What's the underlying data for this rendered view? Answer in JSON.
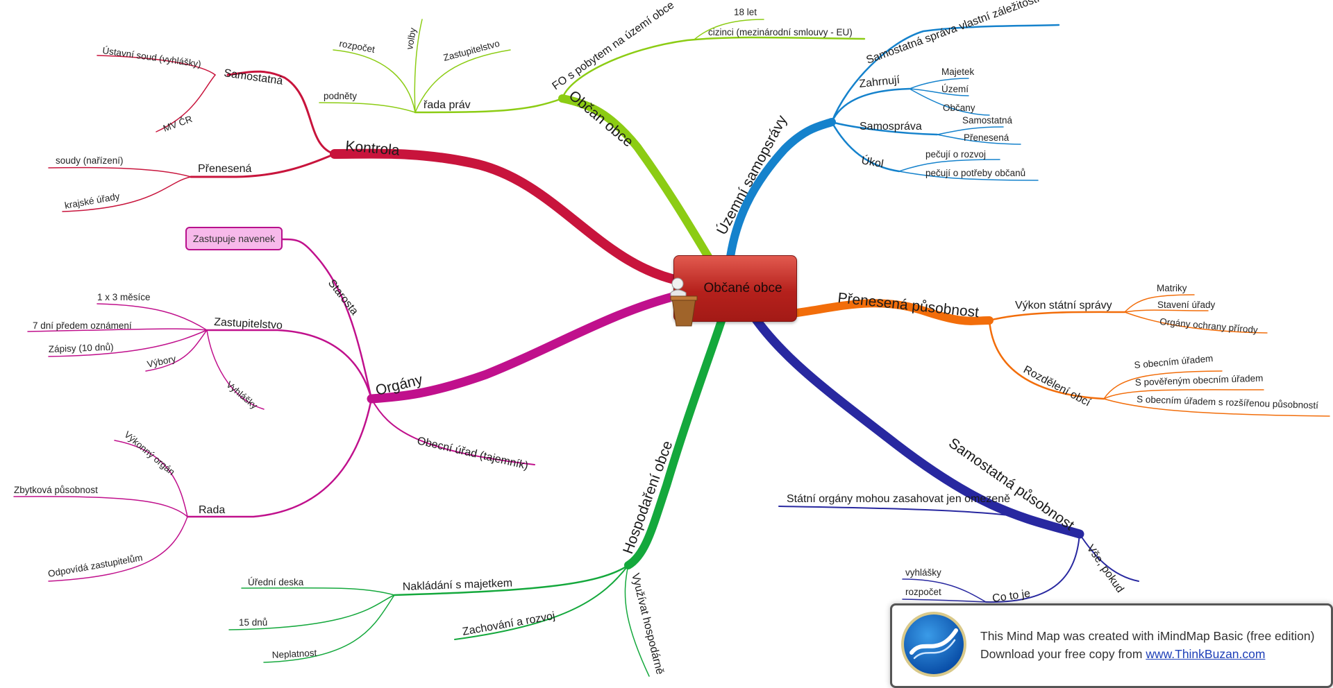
{
  "center": {
    "label": "Občané obce"
  },
  "note": {
    "label": "Zastupuje navenek"
  },
  "branches": {
    "kontrola": {
      "label": "Kontrola",
      "samostatna": {
        "label": "Samostatná",
        "leaves": [
          "Ústavní soud (vyhlášky)",
          "MV ČR"
        ]
      },
      "prenesena": {
        "label": "Přenesená",
        "leaves": [
          "soudy (nařízení)",
          "krajské úřady"
        ]
      }
    },
    "obcan": {
      "label": "Občan obce",
      "fo": {
        "label": "FO s pobytem na území obce",
        "leaves": [
          "18 let",
          "cizinci (mezinárodní smlouvy - EU)"
        ]
      },
      "prava": {
        "label": "řada práv",
        "leaves": [
          "podněty",
          "rozpočet",
          "volby",
          "Zastupitelstvo"
        ]
      }
    },
    "uzemni": {
      "label": "Územní samopsrávy",
      "sprava": {
        "label": "Samostatná správa vlastní záležitostí"
      },
      "zahrnuji": {
        "label": "Zahrnují",
        "leaves": [
          "Majetek",
          "Území",
          "Občany"
        ]
      },
      "samosprava": {
        "label": "Samospráva",
        "leaves": [
          "Samostatná",
          "Přenesená"
        ]
      },
      "ukol": {
        "label": "Úkol",
        "leaves": [
          "pečují o rozvoj",
          "pečují o potřeby občanů"
        ]
      }
    },
    "prenesena_pusobnost": {
      "label": "Přenesená působnost",
      "vykon": {
        "label": "Výkon státní správy",
        "leaves": [
          "Matriky",
          "Stavení úřady",
          "Orgány ochrany přírody"
        ]
      },
      "rozdeleni": {
        "label": "Rozdělení obcí",
        "leaves": [
          "S obecním úřadem",
          "S pověřeným obecním úřadem",
          "S obecním úřadem s rozšířenou působností"
        ]
      }
    },
    "samostatna_pusobnost": {
      "label": "Samostatná působnost",
      "statni": {
        "label": "Státní orgány mohou zasahovat jen omezeně"
      },
      "vse": {
        "label": "Vše, pokud"
      },
      "co": {
        "label": "Co to je",
        "leaves": [
          "vyhlášky",
          "rozpočet"
        ]
      }
    },
    "hospodareni": {
      "label": "Hospodaření obce",
      "nakladani": {
        "label": "Nakládání s majetkem",
        "leaves": [
          "Úřední deska",
          "15 dnů",
          "Neplatnost"
        ]
      },
      "zachovani": {
        "label": "Zachování a rozvoj"
      },
      "vyuzivat": {
        "label": "Využívat hospodárně"
      }
    },
    "organy": {
      "label": "Orgány",
      "starosta": {
        "label": "Starosta"
      },
      "zastupitelstvo": {
        "label": "Zastupitelstvo",
        "leaves": [
          "1 x 3 měsíce",
          "7 dní předem oznámení",
          "Zápisy (10 dnů)",
          "Výbory",
          "Vyhlášky"
        ]
      },
      "obecni_urad": {
        "label": "Obecní úřad (tajemník)"
      },
      "rada": {
        "label": "Rada",
        "leaves": [
          "Výkonný orgán",
          "Zbytková působnost",
          "Odpovídá zastupitelům"
        ]
      }
    }
  },
  "watermark": {
    "line1": "This Mind Map was created with iMindMap Basic (free edition)",
    "line2_prefix": "Download your free copy from ",
    "link": "www.ThinkBuzan.com"
  },
  "colors": {
    "kontrola": "#c8143c",
    "obcan": "#8ccc14",
    "uzemni": "#1582cc",
    "prenesena": "#f26d0a",
    "samostatna": "#2828a0",
    "hospodareni": "#14a83c",
    "organy": "#c0108c"
  }
}
